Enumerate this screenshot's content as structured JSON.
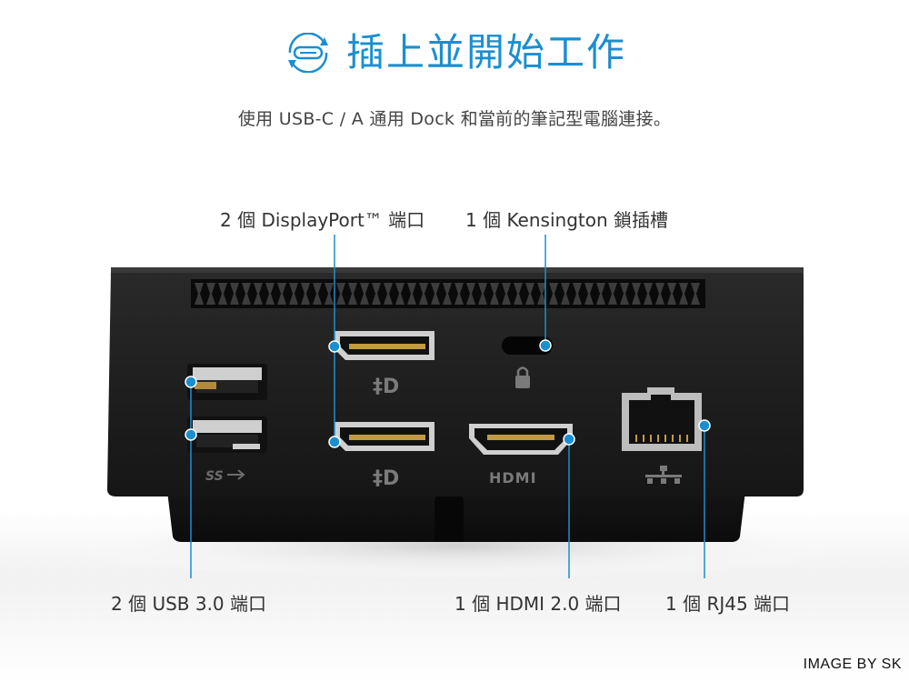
{
  "header": {
    "title": "插上並開始工作",
    "subtitle": "使用 USB-C / A 通用 Dock 和當前的筆記型電腦連接。",
    "icon": "usb-c-refresh-icon"
  },
  "callouts": {
    "displayport": "2 個 DisplayPort™ 端口",
    "kensington": "1 個 Kensington 鎖插槽",
    "usb": "2 個 USB 3.0 端口",
    "hdmi": "1 個 HDMI 2.0 端口",
    "rj45": "1 個 RJ45 端口"
  },
  "port_marks": {
    "usb_ss": "SS",
    "hdmi": "HDMI"
  },
  "credit": "IMAGE BY SK",
  "colors": {
    "accent": "#1a8fd0",
    "device": "#1e1e1e",
    "text": "#333333"
  }
}
